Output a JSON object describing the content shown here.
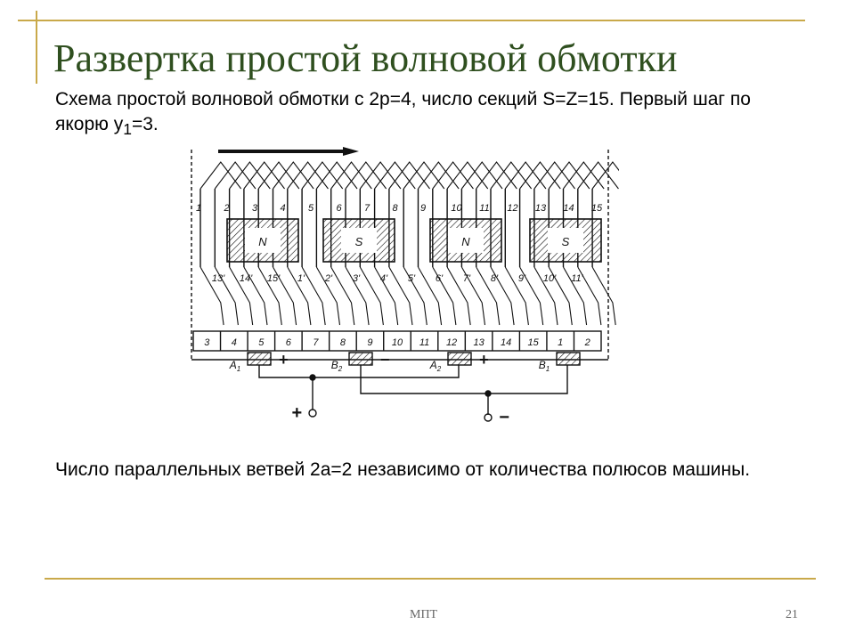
{
  "title": "Развертка простой волновой обмотки",
  "subtitle": {
    "prefix": "Схема простой волновой обмотки с 2p=4, число секций S=Z=15. Первый шаг по якорю y",
    "sub": "1",
    "suffix": "=3."
  },
  "note": "Число параллельных ветвей 2a=2 независимо от количества полюсов машины.",
  "footer": "МПТ",
  "page_number": "21",
  "diagram": {
    "slot_top_labels": [
      "1",
      "2",
      "3",
      "4",
      "5",
      "6",
      "7",
      "8",
      "9",
      "10",
      "11",
      "12",
      "13",
      "14",
      "15"
    ],
    "slot_bottom_labels": [
      "13'",
      "14'",
      "15'",
      "1'",
      "2'",
      "3'",
      "4'",
      "5'",
      "6'",
      "7'",
      "8'",
      "9'",
      "10'",
      "11'"
    ],
    "poles": [
      "N",
      "S",
      "N",
      "S"
    ],
    "commutator_labels": [
      "3",
      "4",
      "5",
      "6",
      "7",
      "8",
      "9",
      "10",
      "11",
      "12",
      "13",
      "14",
      "15",
      "1",
      "2"
    ],
    "brushes": [
      {
        "label": "A",
        "sub": "1",
        "sign": "+"
      },
      {
        "label": "B",
        "sub": "2",
        "sign": "−"
      },
      {
        "label": "A",
        "sub": "2",
        "sign": "+"
      },
      {
        "label": "B",
        "sub": "1",
        "sign": ""
      }
    ],
    "terminals": {
      "plus": "+",
      "minus": "−"
    }
  },
  "colors": {
    "title": "#2f4f1f",
    "rule": "#c9a94a",
    "ink": "#111111"
  }
}
